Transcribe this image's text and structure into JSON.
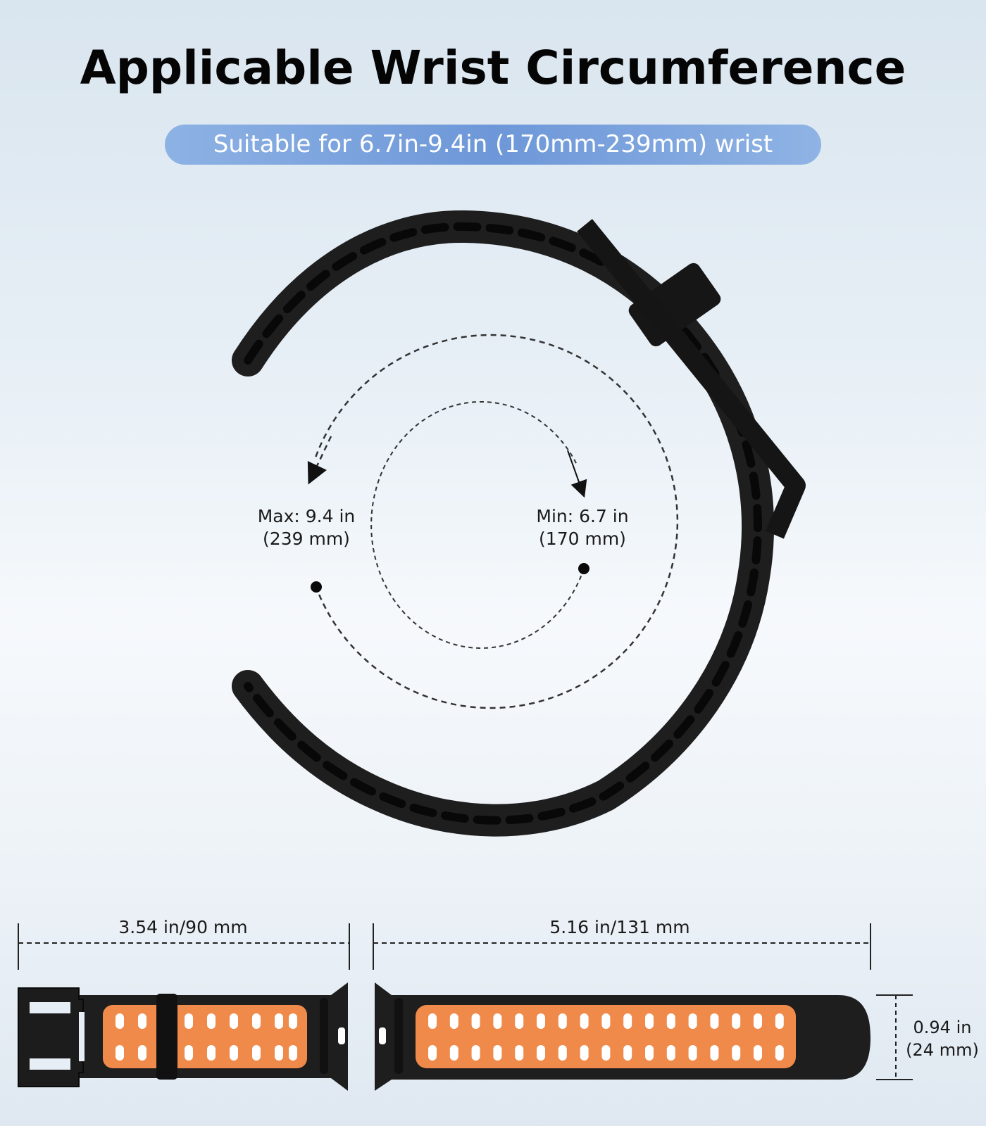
{
  "header": {
    "title": "Applicable Wrist Circumference",
    "subtitle": "Suitable for 6.7in-9.4in (170mm-239mm) wrist"
  },
  "circumference": {
    "max_line1": "Max: 9.4 in",
    "max_line2": "(239 mm)",
    "min_line1": "Min: 6.7 in",
    "min_line2": "(170 mm)"
  },
  "dimensions": {
    "buckle_side_length": "3.54 in/90 mm",
    "hole_side_length": "5.16 in/131 mm",
    "width_line1": "0.94 in",
    "width_line2": "(24 mm)"
  },
  "colors": {
    "band_black": "#1e1e1e",
    "band_orange": "#f08a4a",
    "pill_blue": "#7aa2dd"
  }
}
